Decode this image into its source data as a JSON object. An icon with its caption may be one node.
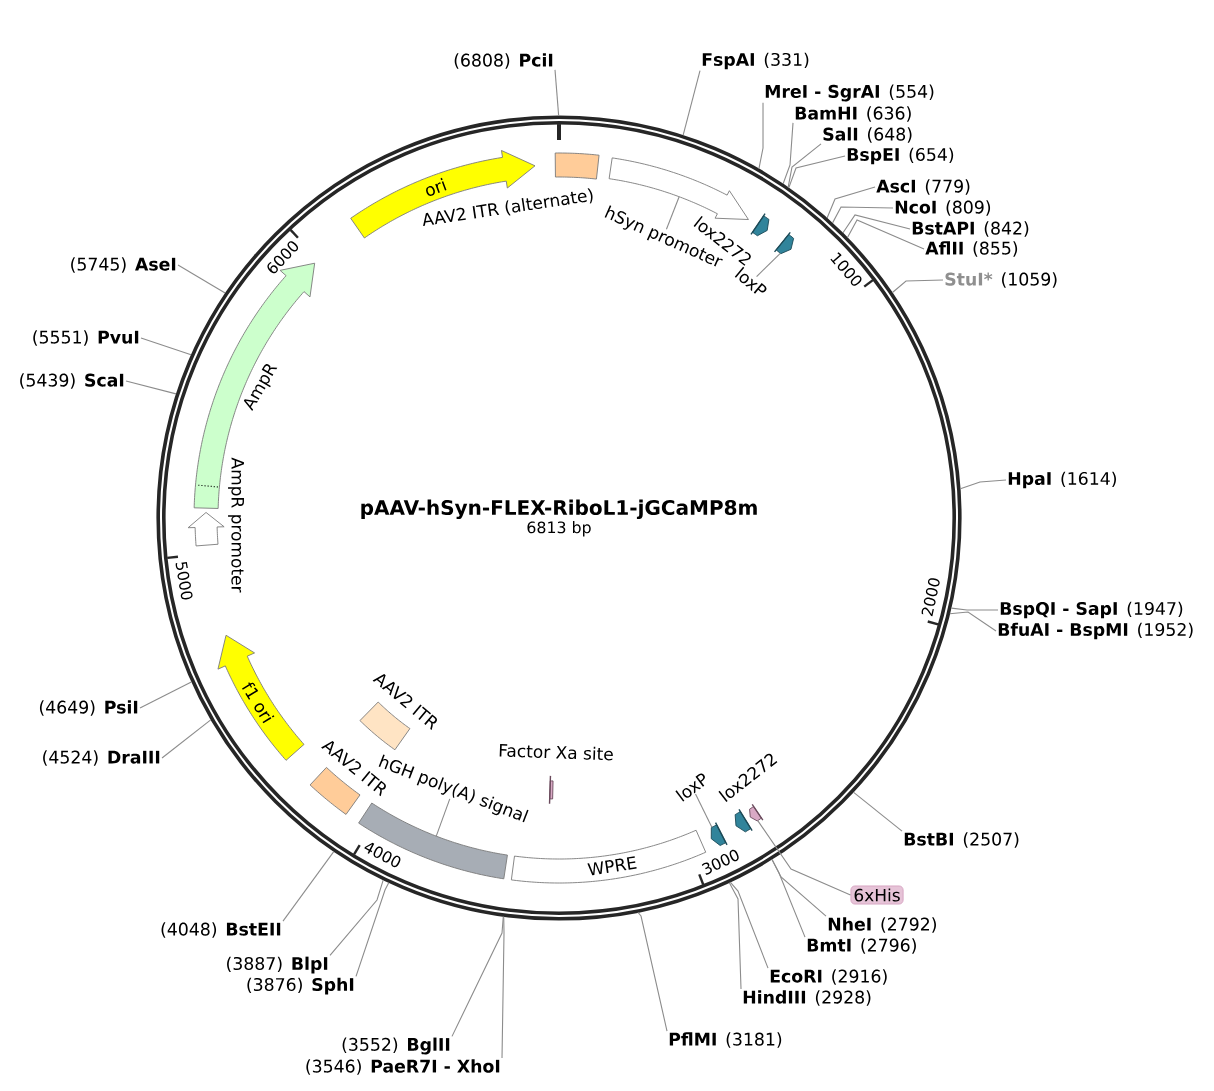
{
  "diagram": {
    "nodes": [
      {
        "text": [
          "pAAV-hSyn-FLEX-RiboL1-jGCaMP8m",
          "6813 bp"
        ]
      },
      {
        "text": [
          "ori"
        ],
        "in": 0
      },
      {
        "text": [
          "AAV2 ITR (alternate)"
        ],
        "in": 0
      },
      {
        "text": [
          "hSyn promoter"
        ],
        "in": 0
      },
      {
        "text": [],
        "shape": "arrow",
        "in": 0
      },
      {
        "text": [
          "lox2272"
        ],
        "in": 0
      },
      {
        "text": [
          "loxP"
        ],
        "in": 0
      },
      {
        "text": [],
        "shape": "arrow",
        "in": 0
      },
      {
        "text": [
          "AmpR"
        ],
        "in": 0
      },
      {
        "text": [
          "AmpR promoter"
        ],
        "in": 0
      },
      {
        "text": [
          "f1 ori"
        ],
        "in": 0
      },
      {
        "text": [
          "AAV2 ITR"
        ],
        "in": 0
      },
      {
        "text": [
          "AAV2 ITR"
        ],
        "in": 0
      },
      {
        "text": [
          "hGH poly(A) signal"
        ],
        "in": 0
      },
      {
        "text": [],
        "shape": "box",
        "in": 0
      },
      {
        "text": [
          "Factor Xa site"
        ],
        "in": 0
      },
      {
        "text": [
          "WPRE"
        ],
        "in": 0
      },
      {
        "text": [
          "loxP"
        ],
        "in": 0
      },
      {
        "text": [],
        "shape": "arrow",
        "in": 0
      },
      {
        "text": [
          "lox2272"
        ],
        "in": 0
      },
      {
        "text": [],
        "shape": "arrow",
        "in": 0
      },
      {
        "text": [
          "6xHis"
        ]
      },
      {
        "text": [
          "(6808)",
          "PciI"
        ]
      },
      {
        "text": [
          "FspAI",
          "(331)"
        ]
      },
      {
        "text": [
          "MreI - SgrAI",
          "(554)"
        ]
      },
      {
        "text": [
          "BamHI",
          "(636)"
        ]
      },
      {
        "text": [
          "SalI",
          "(648)"
        ]
      },
      {
        "text": [
          "BspEI",
          "(654)"
        ]
      },
      {
        "text": [
          "AscI",
          "(779)"
        ]
      },
      {
        "text": [
          "NcoI",
          "(809)"
        ]
      },
      {
        "text": [
          "BstAPI",
          "(842)"
        ]
      },
      {
        "text": [
          "AflII",
          "(855)"
        ]
      },
      {
        "text": [
          "(5745)",
          "AseI"
        ]
      },
      {
        "text": [
          "StuI*",
          "(1059)"
        ]
      },
      {
        "text": [
          "(5551)",
          "PvuI"
        ]
      },
      {
        "text": [
          "(5439)",
          "ScaI"
        ]
      },
      {
        "text": [
          "HpaI",
          "(1614)"
        ]
      },
      {
        "text": [
          "BspQI - SapI",
          "(1947)"
        ]
      },
      {
        "text": [
          "BfuAI - BspMI",
          "(1952)"
        ]
      },
      {
        "text": [
          "(4649)",
          "PsiI"
        ]
      },
      {
        "text": [
          "(4524)",
          "DraIII"
        ]
      },
      {
        "text": [
          "BstBI",
          "(2507)"
        ]
      },
      {
        "text": [
          "NheI",
          "(2792)"
        ]
      },
      {
        "text": [
          "(4048)",
          "BstEII"
        ]
      },
      {
        "text": [
          "BmtI",
          "(2796)"
        ]
      },
      {
        "text": [
          "(3887)",
          "BlpI"
        ]
      },
      {
        "text": [
          "EcoRI",
          "(2916)"
        ]
      },
      {
        "text": [
          "(3876)",
          "SphI"
        ]
      },
      {
        "text": [
          "HindIII",
          "(2928)"
        ]
      },
      {
        "text": [
          "PflMI",
          "(3181)"
        ]
      },
      {
        "text": [
          "(3552)",
          "BglII"
        ]
      },
      {
        "text": [
          "(3546)",
          "PaeR7I - XhoI"
        ]
      }
    ],
    "edges": [
      {
        "from": 3,
        "to": 4,
        "arrow": "none"
      },
      {
        "from": 6,
        "to": 7,
        "arrow": "none"
      },
      {
        "from": 13,
        "to": 14,
        "arrow": "none"
      },
      {
        "from": 17,
        "to": 18,
        "arrow": "none"
      },
      {
        "from": 21,
        "to": 20,
        "arrow": "none"
      },
      {
        "from": 22,
        "to": 0,
        "arrow": "none"
      },
      {
        "from": 23,
        "to": 0,
        "arrow": "none"
      },
      {
        "from": 24,
        "to": 0,
        "arrow": "none"
      },
      {
        "from": 25,
        "to": 0,
        "arrow": "none"
      },
      {
        "from": 26,
        "to": 0,
        "arrow": "none"
      },
      {
        "from": 27,
        "to": 0,
        "arrow": "none"
      },
      {
        "from": 28,
        "to": 0,
        "arrow": "none"
      },
      {
        "from": 29,
        "to": 0,
        "arrow": "none"
      },
      {
        "from": 30,
        "to": 0,
        "arrow": "none"
      },
      {
        "from": 31,
        "to": 0,
        "arrow": "none"
      },
      {
        "from": 32,
        "to": 0,
        "arrow": "none"
      },
      {
        "from": 33,
        "to": 0,
        "arrow": "none"
      },
      {
        "from": 34,
        "to": 0,
        "arrow": "none"
      },
      {
        "from": 35,
        "to": 0,
        "arrow": "none"
      },
      {
        "from": 36,
        "to": 0,
        "arrow": "none"
      },
      {
        "from": 37,
        "to": 0,
        "arrow": "none"
      },
      {
        "from": 38,
        "to": 0,
        "arrow": "none"
      },
      {
        "from": 39,
        "to": 0,
        "arrow": "none"
      },
      {
        "from": 40,
        "to": 0,
        "arrow": "none"
      },
      {
        "from": 41,
        "to": 0,
        "arrow": "none"
      },
      {
        "from": 42,
        "to": 0,
        "arrow": "none"
      },
      {
        "from": 43,
        "to": 0,
        "arrow": "none"
      },
      {
        "from": 44,
        "to": 0,
        "arrow": "none"
      },
      {
        "from": 45,
        "to": 0,
        "arrow": "none"
      },
      {
        "from": 46,
        "to": 0,
        "arrow": "none"
      },
      {
        "from": 47,
        "to": 0,
        "arrow": "none"
      },
      {
        "from": 48,
        "to": 0,
        "arrow": "none"
      },
      {
        "from": 49,
        "to": 0,
        "arrow": "none"
      },
      {
        "from": 50,
        "to": 0,
        "arrow": "none"
      },
      {
        "from": 51,
        "to": 0,
        "arrow": "none"
      }
    ],
    "labels": [
      "6000",
      "1000",
      "5000",
      "2000",
      "4000",
      "3000"
    ]
  }
}
